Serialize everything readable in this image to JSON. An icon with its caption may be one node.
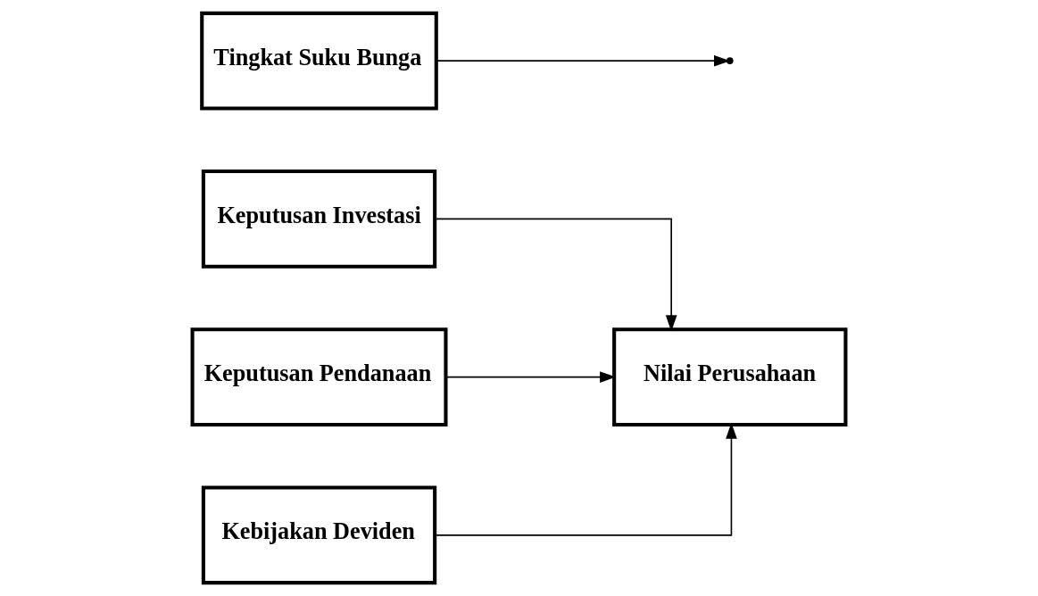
{
  "diagram": {
    "nodes": [
      {
        "text": [
          "Keputusan Investasi"
        ]
      },
      {
        "text": [
          "Keputusan Pendanaan"
        ]
      },
      {
        "text": [
          "Kebijakan Deviden"
        ]
      },
      {
        "text": [
          "Nilai Perusahaan"
        ]
      },
      {
        "text": [
          "Tingkat Suku Bunga"
        ]
      }
    ],
    "edges": [
      {
        "from": 0,
        "to": 3,
        "arrow": "to"
      },
      {
        "from": 1,
        "to": 3,
        "arrow": "to"
      },
      {
        "from": 2,
        "to": 3,
        "arrow": "to"
      },
      {
        "from": 4,
        "to": null,
        "arrow": "to"
      }
    ]
  }
}
